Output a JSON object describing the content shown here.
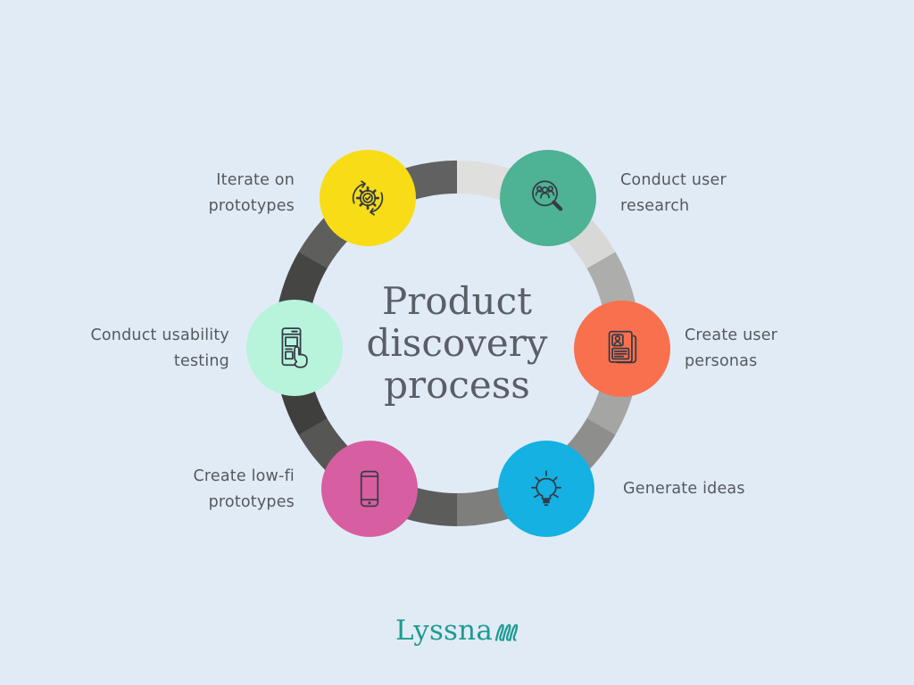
{
  "title": {
    "text": "Product\ndiscovery\nprocess"
  },
  "colors": {
    "bg": "#E1EBF6",
    "title_ink": "#5A5E66",
    "label_ink": "#55595E",
    "icon_ink": "#333B46",
    "brand": "#1E9B92",
    "yellow": "#F8DC16",
    "teal": "#4EB294",
    "coral": "#F8704E",
    "blue": "#14B1E2",
    "pink": "#D75EA0",
    "mint": "#B8F3DB"
  },
  "steps": [
    {
      "label": "Conduct user\nresearch",
      "color_key": "teal",
      "icon": "user-research-magnifier",
      "position": "top-right"
    },
    {
      "label": "Create user\npersonas",
      "color_key": "coral",
      "icon": "persona-card",
      "position": "right"
    },
    {
      "label": "Generate ideas",
      "color_key": "blue",
      "icon": "idea-lightbulb",
      "position": "bottom-right"
    },
    {
      "label": "Create low-fi\nprototypes",
      "color_key": "pink",
      "icon": "phone-prototype",
      "position": "bottom-left"
    },
    {
      "label": "Conduct usability\ntesting",
      "color_key": "mint",
      "icon": "phone-tap-hand",
      "position": "left"
    },
    {
      "label": "Iterate on\nprototypes",
      "color_key": "yellow",
      "icon": "iterate-gear-check",
      "position": "top-left"
    }
  ],
  "ring": {
    "segments": [
      {
        "from": 0,
        "to": 30,
        "color": "#DFDFDD"
      },
      {
        "from": 30,
        "to": 60,
        "color": "#D8D8D6"
      },
      {
        "from": 60,
        "to": 90,
        "color": "#ADADAB"
      },
      {
        "from": 90,
        "to": 120,
        "color": "#A5A5A3"
      },
      {
        "from": 120,
        "to": 150,
        "color": "#8E8E8C"
      },
      {
        "from": 150,
        "to": 180,
        "color": "#7E7E7C"
      },
      {
        "from": 180,
        "to": 210,
        "color": "#5C5C5A"
      },
      {
        "from": 210,
        "to": 240,
        "color": "#565654"
      },
      {
        "from": 240,
        "to": 270,
        "color": "#3F3F3D"
      },
      {
        "from": 270,
        "to": 300,
        "color": "#454543"
      },
      {
        "from": 300,
        "to": 330,
        "color": "#5E5E5C"
      },
      {
        "from": 330,
        "to": 360,
        "color": "#616161"
      }
    ]
  },
  "footer": {
    "brand": "Lyssna"
  }
}
